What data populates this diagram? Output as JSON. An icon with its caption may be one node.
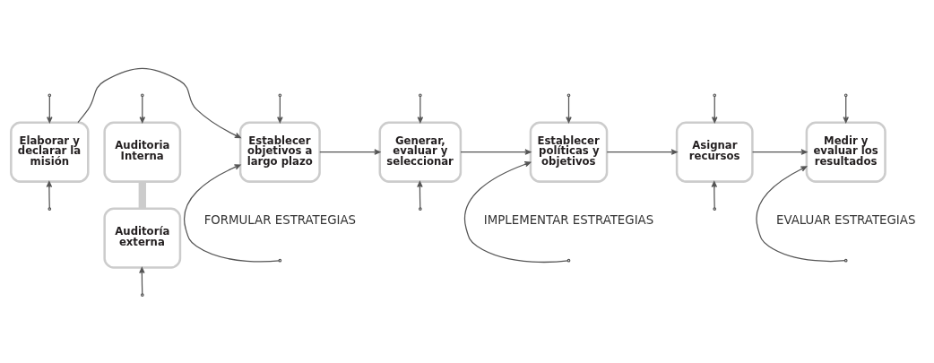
{
  "diagram": {
    "nodes": [
      {
        "text": [
          "Elaborar y declarar la misión"
        ]
      },
      {
        "text": [
          "Auditoria Interna"
        ]
      },
      {
        "text": [
          "Auditoría externa"
        ]
      },
      {
        "text": [
          "Establecer objetivos a largo plazo"
        ]
      },
      {
        "text": [
          "Generar, evaluar y seleccionar"
        ]
      },
      {
        "text": [
          "Establecer políticas y objetivos"
        ]
      },
      {
        "text": [
          "Asignar recursos"
        ]
      },
      {
        "text": [
          "Medir y evaluar los resultados"
        ]
      }
    ],
    "edges": [
      {
        "from": 0,
        "to": 3,
        "arrow": "to"
      },
      {
        "from": 1,
        "to": 2,
        "arrow": "none",
        "style": "thick",
        "color": "#cccccc"
      },
      {
        "from": 3,
        "to": 4,
        "arrow": "to"
      },
      {
        "from": 4,
        "to": 5,
        "arrow": "to"
      },
      {
        "from": 5,
        "to": 6,
        "arrow": "to"
      },
      {
        "from": 6,
        "to": 7,
        "arrow": "to"
      },
      {
        "from": null,
        "to": 0,
        "arrow": "to"
      },
      {
        "from": null,
        "to": 1,
        "arrow": "to"
      },
      {
        "from": null,
        "to": 3,
        "arrow": "to"
      },
      {
        "from": null,
        "to": 4,
        "arrow": "to"
      },
      {
        "from": null,
        "to": 5,
        "arrow": "to"
      },
      {
        "from": null,
        "to": 6,
        "arrow": "to"
      },
      {
        "from": null,
        "to": 7,
        "arrow": "to"
      },
      {
        "from": null,
        "to": 0,
        "arrow": "to"
      },
      {
        "from": null,
        "to": 2,
        "arrow": "to"
      },
      {
        "from": null,
        "to": 3,
        "arrow": "to"
      },
      {
        "from": null,
        "to": 4,
        "arrow": "to"
      },
      {
        "from": null,
        "to": 5,
        "arrow": "to"
      },
      {
        "from": null,
        "to": 6,
        "arrow": "to"
      },
      {
        "from": null,
        "to": 7,
        "arrow": "to"
      }
    ],
    "labels": [
      "FORMULAR ESTRATEGIAS",
      "IMPLEMENTAR ESTRATEGIAS",
      "EVALUAR ESTRATEGIAS"
    ]
  }
}
